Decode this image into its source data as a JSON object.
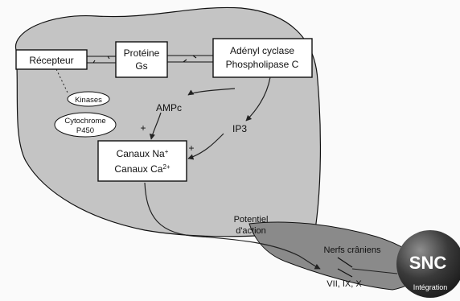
{
  "diagram": {
    "nodes": {
      "recepteur": "Récepteur",
      "proteine_line1": "Protéine",
      "proteine_line2": "Gs",
      "adenyl_line1": "Adényl cyclase",
      "adenyl_line2": "Phospholipase C",
      "kinases": "Kinases",
      "cytochrome_line1": "Cytochrome",
      "cytochrome_line2": "P450",
      "ampc": "AMPc",
      "ip3": "IP3",
      "canaux_na": "Canaux Na",
      "canaux_na_sup": "+",
      "canaux_ca": "Canaux Ca",
      "canaux_ca_sup": "2+",
      "plus_ampc": "+",
      "plus_ip3": "+",
      "potentiel_line1": "Potentiel",
      "potentiel_line2": "d'action",
      "nerfs": "Nerfs crâniens",
      "nerfs_numbers": "VII, IX, X",
      "snc": "SNC",
      "integration": "Intégration"
    }
  },
  "colors": {
    "cell_fill": "#c4c4c4",
    "nerve_fill": "#8a8a8a",
    "snc_dark": "#1c1c1c",
    "snc_light": "#8e8e8e"
  }
}
